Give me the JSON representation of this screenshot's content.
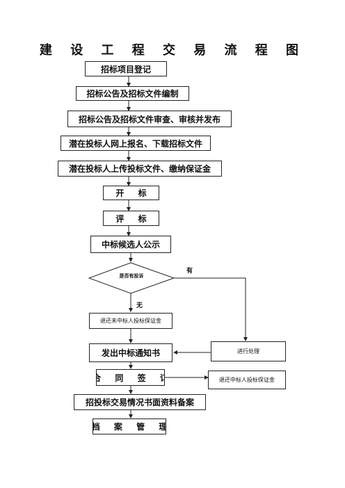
{
  "title": "建 设 工 程 交 易 流 程 图",
  "steps": [
    "招标项目登记",
    "招标公告及招标文件编制",
    "招标公告及招标文件审查、审核并发布",
    "潜在投标人网上报名、下载招标文件",
    "潜在投标人上传投标文件、缴纳保证金",
    "开 标",
    "评 标",
    "中标候选人公示"
  ],
  "decision": {
    "question": "是否有投诉",
    "yes_label": "有",
    "no_label": "无"
  },
  "refund_bidder_deposit": "退还未中标人投标保证金",
  "process_handling": "进行处理",
  "notice": "发出中标通知书",
  "contract": "合 同 签 订",
  "refund_winner_deposit": "退还中标人投标保证金",
  "filing": "招投标交易情况书面资料备案",
  "archive": "档 案 管 理"
}
